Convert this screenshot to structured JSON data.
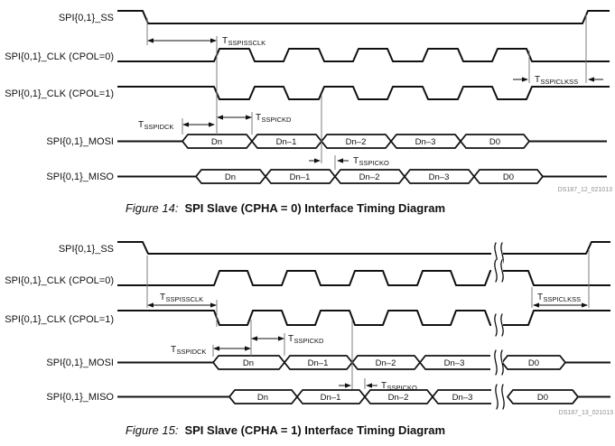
{
  "page": {
    "background": "#ffffff",
    "ink_color": "#111111",
    "guide_color": "#7d7d7d",
    "watermark_color": "#8f8f8f"
  },
  "figure14": {
    "cpha": 0,
    "clock_pulses": 5,
    "has_time_breaks": false,
    "signals": [
      "SPI{0,1}_SS",
      "SPI{0,1}_CLK (CPOL=0)",
      "SPI{0,1}_CLK (CPOL=1)",
      "SPI{0,1}_MOSI",
      "SPI{0,1}_MISO"
    ],
    "mosi_cells": [
      "Dn",
      "Dn–1",
      "Dn–2",
      "Dn–3",
      "D0"
    ],
    "miso_cells": [
      "Dn",
      "Dn–1",
      "Dn–2",
      "Dn–3",
      "D0"
    ],
    "timing_params": {
      "ssclk": {
        "prefix": "T",
        "sub": "SSPISSCLK"
      },
      "clkss": {
        "prefix": "T",
        "sub": "SSPICLKSS"
      },
      "ckd": {
        "prefix": "T",
        "sub": "SSPICKD"
      },
      "dck": {
        "prefix": "T",
        "sub": "SSPIDCK"
      },
      "cko": {
        "prefix": "T",
        "sub": "SSPICKO"
      }
    },
    "watermark": "DS187_12_021013",
    "caption_label": "Figure 14:",
    "caption_text": "SPI Slave (CPHA = 0) Interface Timing Diagram"
  },
  "figure15": {
    "cpha": 1,
    "clock_pulses": 5,
    "has_time_breaks": true,
    "signals": [
      "SPI{0,1}_SS",
      "SPI{0,1}_CLK (CPOL=0)",
      "SPI{0,1}_CLK (CPOL=1)",
      "SPI{0,1}_MOSI",
      "SPI{0,1}_MISO"
    ],
    "mosi_cells": [
      "Dn",
      "Dn–1",
      "Dn–2",
      "Dn–3",
      "D0"
    ],
    "miso_cells": [
      "Dn",
      "Dn–1",
      "Dn–2",
      "Dn–3",
      "D0"
    ],
    "timing_params": {
      "ssclk": {
        "prefix": "T",
        "sub": "SSPISSCLK"
      },
      "clkss": {
        "prefix": "T",
        "sub": "SSPICLKSS"
      },
      "ckd": {
        "prefix": "T",
        "sub": "SSPICKD"
      },
      "dck": {
        "prefix": "T",
        "sub": "SSPIDCK"
      },
      "cko": {
        "prefix": "T",
        "sub": "SSPICKO"
      }
    },
    "watermark": "DS187_13_021013",
    "caption_label": "Figure 15:",
    "caption_text": "SPI Slave (CPHA = 1) Interface Timing Diagram"
  }
}
